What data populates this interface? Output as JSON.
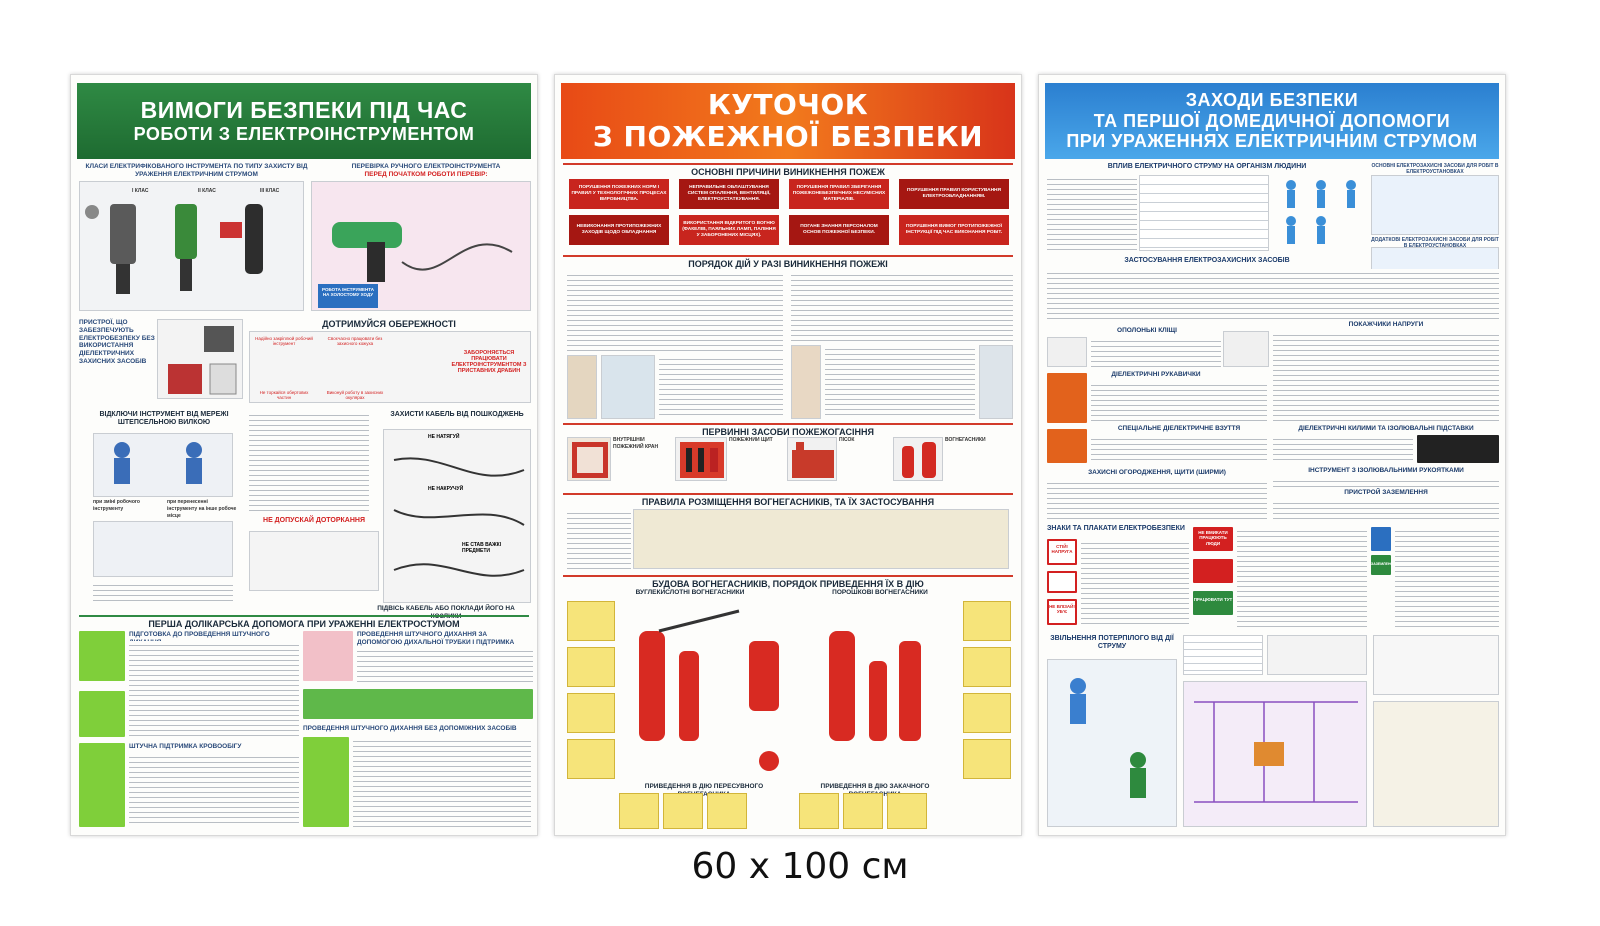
{
  "poster1": {
    "title_line1": "ВИМОГИ БЕЗПЕКИ ПІД ЧАС",
    "title_line2": "РОБОТИ З ЕЛЕКТРОІНСТРУМЕНТОМ",
    "classes_heading": "КЛАСИ ЕЛЕКТРИФІКОВАНОГО ІНСТРУМЕНТА ПО ТИПУ ЗАХИСТУ ВІД УРАЖЕННЯ ЕЛЕКТРИЧНИМ СТРУМОМ",
    "class_labels": [
      "І КЛАС",
      "ІІ КЛАС",
      "ІІІ КЛАС"
    ],
    "check_heading": "ПЕРЕВІРКА РУЧНОГО ЕЛЕКТРОІНСТРУМЕНТА",
    "check_sub": "ПЕРЕД ПОЧАТКОМ РОБОТИ ПЕРЕВІР:",
    "idle_run": "РОБОТА ІНСТРУМЕНТА НА ХОЛОСТОМУ ХОДУ",
    "devices_heading": "ПРИСТРОЇ, ЩО ЗАБЕЗПЕЧУЮТЬ ЕЛЕКТРОБЕЗПЕКУ БЕЗ ВИКОРИСТАННЯ ДІЕЛЕКТРИЧНИХ ЗАХИСНИХ ЗАСОБІВ",
    "caution_heading": "ДОТРИМУЙСЯ ОБЕРЕЖНОСТІ",
    "caution_items": [
      "Надійно закріплюй робочий інструмент",
      "Своєчасно працювати без захисного кожуха",
      "Не торкайся обертових частин",
      "Виконуй роботу в захисних окулярах"
    ],
    "ladders": "ЗАБОРОНЯЄТЬСЯ ПРАЦЮВАТИ ЕЛЕКТРОІНСТРУМЕНТОМ З ПРИСТАВНИХ ДРАБИН",
    "disconnect_heading": "ВІДКЛЮЧИ ІНСТРУМЕНТ ВІД МЕРЕЖІ ШТЕПСЕЛЬНОЮ ВИЛКОЮ",
    "disconnect_items": [
      "при зміні робочого інструменту",
      "при перенесенні інструменту на інше робоче місце"
    ],
    "cable_heading": "ЗАХИСТИ КАБЕЛЬ ВІД ПОШКОДЖЕНЬ",
    "cable_notes": [
      "НЕ НАТЯГУЙ",
      "НЕ НАКРУЧУЙ",
      "НЕ СТАВ ВАЖКІ ПРЕДМЕТИ"
    ],
    "no_touch": "НЕ ДОПУСКАЙ ДОТОРКАННЯ",
    "cable_footer": "ПІДВІСЬ КАБЕЛЬ АБО ПОКЛАДИ ЙОГО НА КОЗЛИКИ",
    "first_aid_heading": "ПЕРША ДОЛІКАРСЬКА ДОПОМОГА ПРИ УРАЖЕННІ ЕЛЕКТРОСТУМОМ",
    "first_aid_subs": [
      "ПІДГОТОВКА ДО ПРОВЕДЕННЯ ШТУЧНОГО ДИХАННЯ",
      "ПРОВЕДЕННЯ ШТУЧНОГО ДИХАННЯ ЗА ДОПОМОГОЮ ДИХАЛЬНОЇ ТРУБКИ І ПІДТРИМКА КРОВООБІГУ",
      "ШТУЧНА ПІДТРИМКА КРОВООБІГУ",
      "ПРОВЕДЕННЯ ШТУЧНОГО ДИХАННЯ БЕЗ ДОПОМІЖНИХ ЗАСОБІВ"
    ]
  },
  "poster2": {
    "title_line1": "КУТОЧОК",
    "title_line2": "З ПОЖЕЖНОЇ БЕЗПЕКИ",
    "causes_heading": "ОСНОВНІ ПРИЧИНИ ВИНИКНЕННЯ ПОЖЕЖ",
    "causes": [
      "ПОРУШЕННЯ ПОЖЕЖНИХ НОРМ І ПРАВИЛ У ТЕХНОЛОГІЧНИХ ПРОЦЕСАХ ВИРОБНИЦТВА.",
      "НЕПРАВИЛЬНЕ ОБЛАШТУВАННЯ СИСТЕМ ОПАЛЕННЯ, ВЕНТИЛЯЦІЇ, ЕЛЕКТРОУСТАТКУВАННЯ.",
      "ПОРУШЕННЯ ПРАВИЛ ЗБЕРІГАННЯ ПОЖЕЖОНЕБЕЗПЕЧНИХ НЕСУМІСНИХ МАТЕРІАЛІВ.",
      "ПОРУШЕННЯ ПРАВИЛ КОРИСТУВАННЯ ЕЛЕКТРООБЛАДНАННЯМ.",
      "НЕВИКОНАННЯ ПРОТИПОЖЕЖНИХ ЗАХОДІВ ЩОДО ОБЛАДНАННЯ",
      "ВИКОРИСТАННЯ ВІДКРИТОГО ВОГНЮ (ФАКЕЛІВ, ПАЯЛЬНИХ ЛАМП, ПАЛІННЯ У ЗАБОРОНЕНИХ МІСЦЯХ).",
      "ПОГАНЕ ЗНАННЯ ПЕРСОНАЛОМ ОСНОВ ПОЖЕЖНОЇ БЕЗПЕКИ.",
      "ПОРУШЕННЯ ВИМОГ ПРОТИПОЖЕЖНОЇ ІНСТРУКЦІЇ ПІД ЧАС ВИКОНАННЯ РОБІТ."
    ],
    "procedure_heading": "ПОРЯДОК ДІЙ У РАЗІ ВИНИКНЕННЯ ПОЖЕЖІ",
    "primary_heading": "ПЕРВИННІ ЗАСОБИ ПОЖЕЖОГАСІННЯ",
    "primary_items": [
      "ВНУТРІШНІЙ ПОЖЕЖНИЙ КРАН",
      "ПОЖЕЖНИЙ ЩИТ",
      "ПІСОК",
      "ВОГНЕГАСНИКИ"
    ],
    "placement_heading": "ПРАВИЛА РОЗМІЩЕННЯ ВОГНЕГАСНИКІВ, ТА ЇХ ЗАСТОСУВАННЯ",
    "build_heading": "БУДОВА ВОГНЕГАСНИКІВ, ПОРЯДОК ПРИВЕДЕННЯ ЇХ В ДІЮ",
    "extinguisher_types": [
      "ВУГЛЕКИСЛОТНІ ВОГНЕГАСНИКИ",
      "ПОРОШКОВІ ВОГНЕГАСНИКИ"
    ],
    "actuation_notes": [
      "ПРИВЕДЕННЯ В ДІЮ ПЕРЕСУВНОГО ВОГНЕГАСНИКА",
      "ПРИВЕДЕННЯ В ДІЮ ЗАКАЧНОГО ВОГНЕГАСНИКА"
    ]
  },
  "poster3": {
    "title_line1": "ЗАХОДИ БЕЗПЕКИ",
    "title_line2": "ТА ПЕРШОЇ ДОМЕДИЧНОЇ ДОПОМОГИ",
    "title_line3": "ПРИ УРАЖЕННЯХ ЕЛЕКТРИЧНИМ СТРУМОМ",
    "influence_heading": "ВПЛИВ ЕЛЕКТРИЧНОГО СТРУМУ НА ОРГАНІЗМ ЛЮДИНИ",
    "means_heading": "ОСНОВНІ ЕЛЕКТРОЗАХИСНІ ЗАСОБИ ДЛЯ РОБІТ В ЕЛЕКТРОУСТАНОВКАХ",
    "extra_heading": "ДОДАТКОВІ ЕЛЕКТРОЗАХИСНІ ЗАСОБИ ДЛЯ РОБІТ В ЕЛЕКТРОУСТАНОВКАХ",
    "application_heading": "ЗАСТОСУВАННЯ ЕЛЕКТРОЗАХИСНИХ ЗАСОБІВ",
    "means_list": [
      "ОПОЛОНЬКІ КЛІЩІ",
      "ПОКАЖЧИКИ НАПРУГИ",
      "ДІЕЛЕКТРИЧНІ РУКАВИЧКИ",
      "СПЕЦІАЛЬНЕ ДІЕЛЕКТРИЧНЕ ВЗУТТЯ",
      "ДІЕЛЕКТРИЧНІ КИЛИМИ ТА ІЗОЛЮВАЛЬНІ ПІДСТАВКИ",
      "ІНСТРУМЕНТ З ІЗОЛЮВАЛЬНИМИ РУКОЯТКАМИ",
      "ЗАХИСНІ ОГОРОДЖЕННЯ, ЩИТИ (ШИРМИ)",
      "ПРИСТРОЙ ЗАЗЕМЛЕННЯ"
    ],
    "signs_heading": "ЗНАКИ ТА ПЛАКАТИ ЕЛЕКТРОБЕЗПЕКИ",
    "release_heading": "ЗВІЛЬНЕННЯ ПОТЕРПІЛОГО ВІД ДІЇ СТРУМУ",
    "sign_texts": [
      "СТІЙ! НАПРУГА",
      "НЕ ВМИКАТИ ПРАЦЮЮТЬ ЛЮДИ",
      "ПРАЦЮВАТИ ТУТ",
      "НЕ ВЛІЗАЙ! УБ'Є",
      "ЗАЗЕМЛЕНО"
    ]
  },
  "size_label": "60 х 100 см",
  "colors": {
    "green_header": "#1e6b31",
    "red_header": "#e84a16",
    "blue_header": "#2b7fd0",
    "accent_red": "#d32020"
  }
}
